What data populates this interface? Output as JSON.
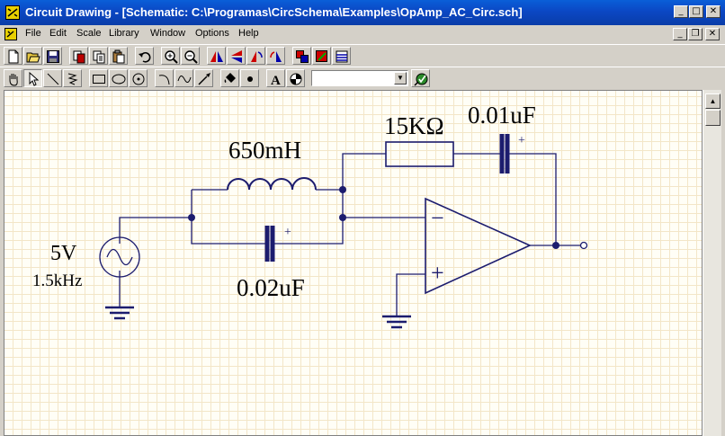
{
  "window": {
    "title": "Circuit Drawing - [Schematic: C:\\Programas\\CircSchema\\Examples\\OpAmp_AC_Circ.sch]",
    "minimize_glyph": "_",
    "maximize_glyph": "□",
    "close_glyph": "✕"
  },
  "menu": {
    "items": [
      "File",
      "Edit",
      "Scale",
      "Library",
      "Window",
      "Options",
      "Help"
    ],
    "mdi_minimize": "_",
    "mdi_restore": "❐",
    "mdi_close": "✕"
  },
  "toolbar1": {
    "icons": [
      "new-icon",
      "open-icon",
      "save-icon",
      "cut-icon",
      "copy-icon",
      "paste-icon",
      "undo-icon",
      "zoom-in-icon",
      "zoom-out-icon",
      "flip-horizontal-icon",
      "flip-vertical-icon",
      "rotate-left-icon",
      "rotate-right-icon",
      "group-icon",
      "ungroup-icon",
      "properties-icon"
    ]
  },
  "toolbar2": {
    "icons": [
      "hand-icon",
      "pointer-icon",
      "line-icon",
      "spring-icon",
      "rectangle-icon",
      "ellipse-icon",
      "circle-icon",
      "arc-icon",
      "curve-icon",
      "probe-icon",
      "fill-icon",
      "dot-icon",
      "text-icon",
      "color-icon",
      "apply-icon"
    ],
    "selected_tool": "pointer-icon",
    "combo_value": ""
  },
  "schematic": {
    "source_amplitude": "5V",
    "source_frequency": "1.5kHz",
    "inductor_value": "650mH",
    "resistor_value": "15KΩ",
    "feedback_cap_value": "0.01uF",
    "input_cap_value": "0.02uF",
    "cap_polarity_mark": "+",
    "opamp_inverting": "−",
    "opamp_noninverting": "+",
    "wire_color": "#1c1c6e"
  }
}
